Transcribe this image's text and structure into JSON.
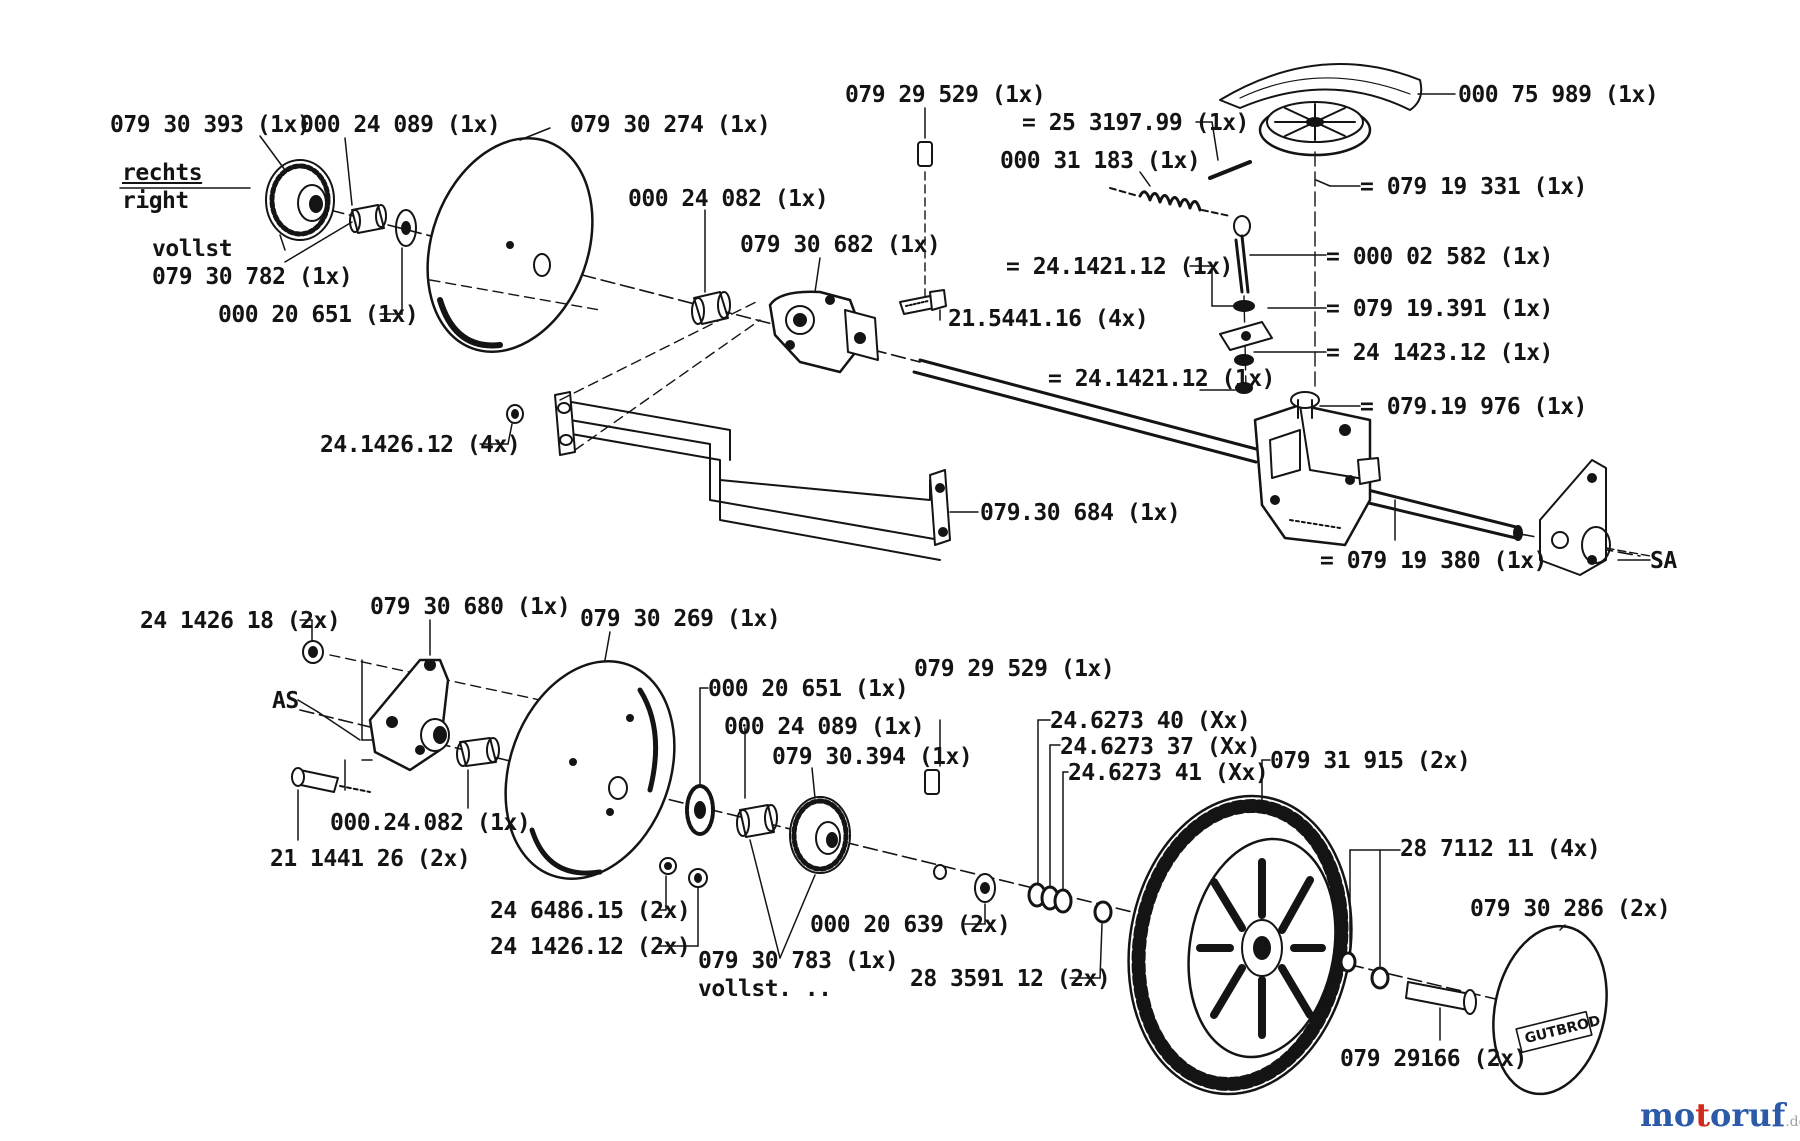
{
  "diagram": {
    "labels": [
      {
        "id": "p1",
        "text": "079 30 393 (1x)"
      },
      {
        "id": "p2",
        "text": "000 24 089 (1x)"
      },
      {
        "id": "p3",
        "text": "079 30 274 (1x)"
      },
      {
        "id": "p4",
        "text": "rechts"
      },
      {
        "id": "p5",
        "text": "right"
      },
      {
        "id": "p6",
        "text": "vollst"
      },
      {
        "id": "p7",
        "text": "079 30 782 (1x)"
      },
      {
        "id": "p8",
        "text": "000 20 651 (1x)"
      },
      {
        "id": "p9",
        "text": "079 29 529 (1x)"
      },
      {
        "id": "p10",
        "text": "000 24 082 (1x)"
      },
      {
        "id": "p11",
        "text": "079 30 682 (1x)"
      },
      {
        "id": "p12",
        "text": "21.5441.16 (4x)"
      },
      {
        "id": "p13",
        "text": "24.1426.12 (4x)"
      },
      {
        "id": "p14",
        "text": "079.30 684 (1x)"
      },
      {
        "id": "p15",
        "text": "000 75 989 (1x)"
      },
      {
        "id": "p16",
        "text": "= 25 3197.99 (1x)"
      },
      {
        "id": "p17",
        "text": "000 31 183 (1x)"
      },
      {
        "id": "p18",
        "text": "= 079 19 331 (1x)"
      },
      {
        "id": "p19",
        "text": "= 24.1421.12 (1x)"
      },
      {
        "id": "p20",
        "text": "= 000 02 582 (1x)"
      },
      {
        "id": "p21",
        "text": "= 079 19.391 (1x)"
      },
      {
        "id": "p22",
        "text": "= 24 1423.12 (1x)"
      },
      {
        "id": "p23",
        "text": "= 24.1421.12 (1x)"
      },
      {
        "id": "p24",
        "text": "= 079.19 976 (1x)"
      },
      {
        "id": "p25",
        "text": "= 079 19 380 (1x)"
      },
      {
        "id": "p26",
        "text": "SA"
      },
      {
        "id": "p27",
        "text": "24 1426 18 (2x)"
      },
      {
        "id": "p28",
        "text": "079 30 680 (1x)"
      },
      {
        "id": "p29",
        "text": "079 30 269 (1x)"
      },
      {
        "id": "p30",
        "text": "AS"
      },
      {
        "id": "p31",
        "text": "000 20 651 (1x)"
      },
      {
        "id": "p32",
        "text": "079 29 529 (1x)"
      },
      {
        "id": "p33",
        "text": "000 24 089 (1x)"
      },
      {
        "id": "p34",
        "text": "079 30.394 (1x)"
      },
      {
        "id": "p35",
        "text": "24.6273 40 (Xx)"
      },
      {
        "id": "p36",
        "text": "24.6273 37 (Xx)"
      },
      {
        "id": "p37",
        "text": "24.6273 41 (Xx)"
      },
      {
        "id": "p38",
        "text": "079 31 915 (2x)"
      },
      {
        "id": "p39",
        "text": "000.24.082 (1x)"
      },
      {
        "id": "p40",
        "text": "21 1441 26 (2x)"
      },
      {
        "id": "p41",
        "text": "28 7112 11 (4x)"
      },
      {
        "id": "p42",
        "text": "24 6486.15 (2x)"
      },
      {
        "id": "p43",
        "text": "24 1426.12 (2x)"
      },
      {
        "id": "p44",
        "text": "000 20 639 (2x)"
      },
      {
        "id": "p45",
        "text": "079 30 783 (1x)"
      },
      {
        "id": "p46",
        "text": "vollst. .."
      },
      {
        "id": "p47",
        "text": "079 30 286 (2x)"
      },
      {
        "id": "p48",
        "text": "28 3591 12 (2x)"
      },
      {
        "id": "p49",
        "text": "079 29166 (2x)"
      }
    ],
    "hubcap_logo": "GUTBROD"
  },
  "watermark": {
    "main": "motoruf",
    "suffix": ".de"
  },
  "colors": {
    "ink": "#141414",
    "brand_blue": "#2a5aa8",
    "brand_red": "#d02a1e",
    "brand_gray": "#a0a0a0"
  }
}
